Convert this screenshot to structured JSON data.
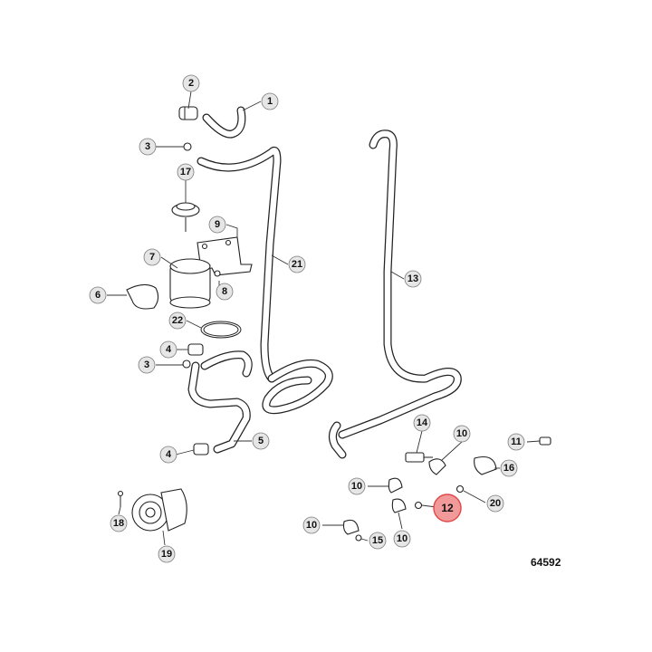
{
  "drawing_number": "64592",
  "callouts": [
    {
      "label": "1"
    },
    {
      "label": "2"
    },
    {
      "label": "3"
    },
    {
      "label": "17"
    },
    {
      "label": "9"
    },
    {
      "label": "7"
    },
    {
      "label": "21"
    },
    {
      "label": "13"
    },
    {
      "label": "6"
    },
    {
      "label": "8"
    },
    {
      "label": "22"
    },
    {
      "label": "4"
    },
    {
      "label": "3"
    },
    {
      "label": "4"
    },
    {
      "label": "5"
    },
    {
      "label": "14"
    },
    {
      "label": "10"
    },
    {
      "label": "11"
    },
    {
      "label": "16"
    },
    {
      "label": "10"
    },
    {
      "label": "12",
      "highlighted": true
    },
    {
      "label": "20"
    },
    {
      "label": "18"
    },
    {
      "label": "10"
    },
    {
      "label": "10"
    },
    {
      "label": "15"
    },
    {
      "label": "19"
    }
  ],
  "colors": {
    "highlight_fill": "#f29a9a",
    "highlight_stroke": "#e04848",
    "bubble_fill": "#e6e6e6",
    "line": "#222222"
  }
}
